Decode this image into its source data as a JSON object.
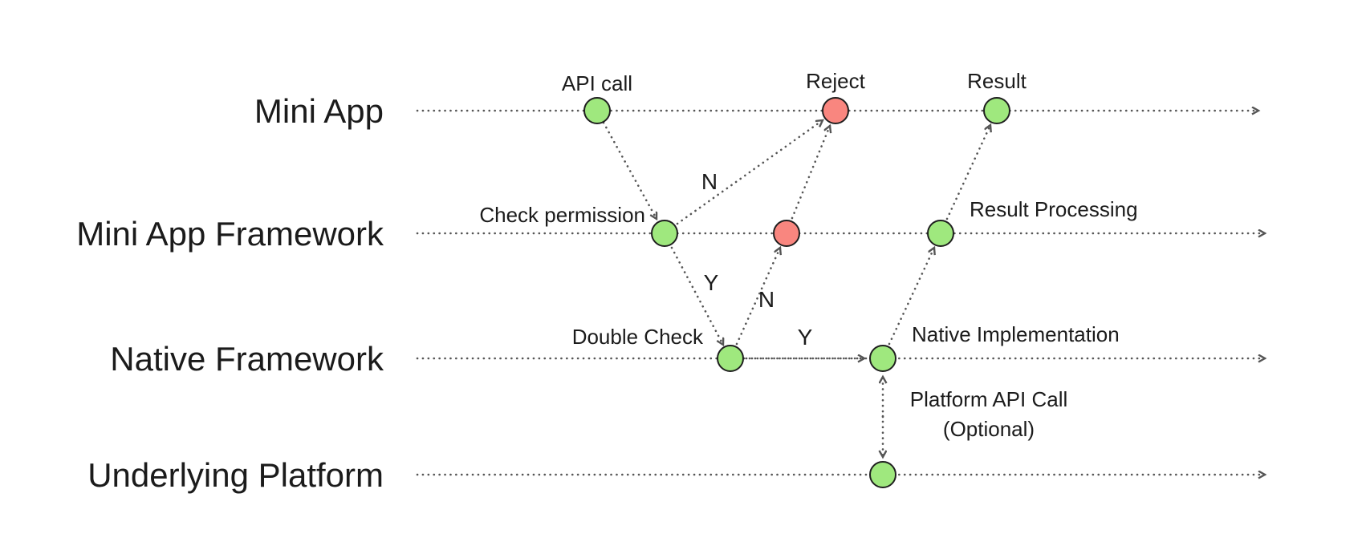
{
  "diagram": {
    "background": "#ffffff",
    "colors": {
      "node_ok": "#9fe87e",
      "node_reject": "#f9867f",
      "node_border": "#1f1f1f",
      "line": "#555555",
      "text": "#1b1b1b"
    },
    "lanes": [
      {
        "id": "mini-app",
        "label": "Mini App"
      },
      {
        "id": "mini-app-framework",
        "label": "Mini App Framework"
      },
      {
        "id": "native-framework",
        "label": "Native Framework"
      },
      {
        "id": "underlying-platform",
        "label": "Underlying Platform"
      }
    ],
    "nodes": {
      "api_call": {
        "label": "API call",
        "status": "ok"
      },
      "reject": {
        "label": "Reject",
        "status": "reject"
      },
      "result": {
        "label": "Result",
        "status": "ok"
      },
      "check_permission": {
        "label": "Check permission",
        "status": "ok"
      },
      "reject_framework": {
        "status": "reject"
      },
      "result_processing": {
        "label": "Result Processing",
        "status": "ok"
      },
      "double_check": {
        "label": "Double Check",
        "status": "ok"
      },
      "native_implementation": {
        "label": "Native Implementation",
        "status": "ok"
      },
      "platform_api": {
        "label": "Platform API Call",
        "label2": "(Optional)",
        "status": "ok"
      }
    },
    "edge_labels": {
      "check_to_reject": "N",
      "check_to_double": "Y",
      "double_to_reject": "N",
      "double_to_native": "Y"
    }
  }
}
